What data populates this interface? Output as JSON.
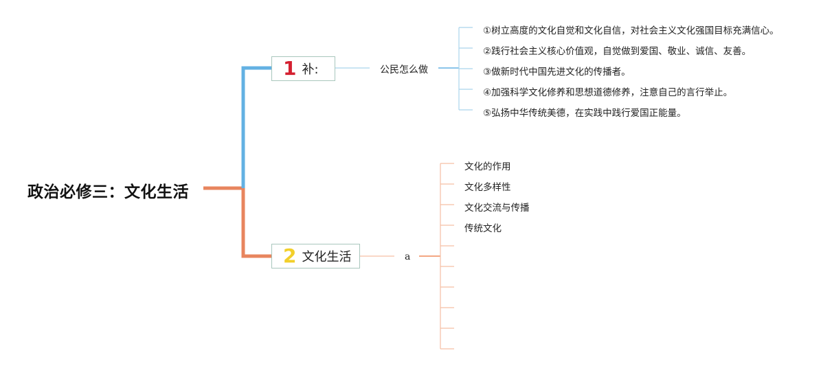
{
  "root": {
    "title": "政治必修三：文化生活"
  },
  "branches": [
    {
      "number": "1",
      "label": "补:",
      "color": "#63b1e3",
      "number_color": "#d42030",
      "sub_label": "公民怎么做",
      "leaves": [
        "①树立高度的文化自觉和文化自信，对社会主义文化强国目标充满信心。",
        "②践行社会主义核心价值观，自觉做到爱国、敬业、诚信、友善。",
        "③做新时代中国先进文化的传播者。",
        "④加强科学文化修养和思想道德修养，注意自己的言行举止。",
        "⑤弘扬中华传统美德，在实践中践行爱国正能量。"
      ]
    },
    {
      "number": "2",
      "label": "文化生活",
      "color": "#ef8858",
      "number_color": "#f2cf2a",
      "sub_label": "a",
      "leaves": [
        "文化的作用",
        "文化多样性",
        "文化交流与传播",
        "传统文化",
        "",
        "",
        "",
        "",
        "",
        ""
      ]
    }
  ],
  "colors": {
    "root_connector": "#e8855e",
    "branch_1_line": "#63b1e3",
    "branch_2_line": "#ef8858",
    "leaf_line_1": "#a9d4ec",
    "leaf_line_2": "#f5bfa3",
    "box_border": "#a8c6bc"
  }
}
